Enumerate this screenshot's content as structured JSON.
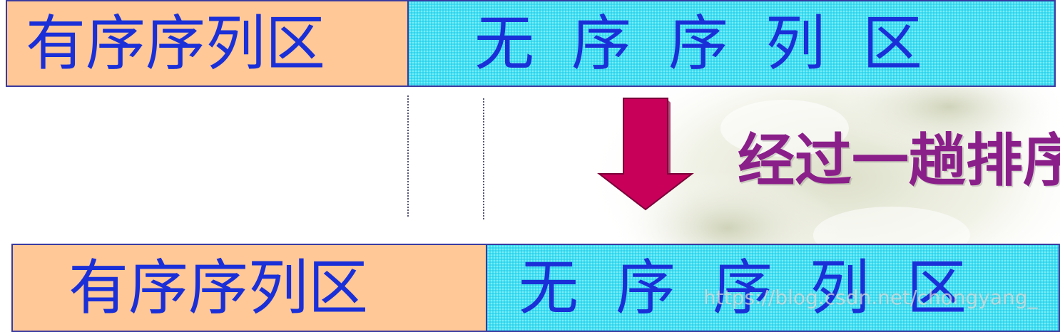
{
  "top_bar": {
    "ordered_label": "有序序列区",
    "unordered_label": "无序序列区"
  },
  "step": {
    "label": "经过一趟排序"
  },
  "bottom_bar": {
    "ordered_label": "有序序列区",
    "unordered_label": "无序序列区"
  },
  "watermark": {
    "text": "https://blog.csdn.net/chongyang_"
  },
  "colors": {
    "ordered_fill": "#ffc896",
    "unordered_fill": "#3fe1f2",
    "segment_text": "#1a2fd8",
    "arrow_fill": "#c8005a",
    "step_text": "#8a1f8a",
    "border": "#3a3aa0"
  },
  "icons": {
    "transition_arrow": "down-arrow-icon"
  }
}
